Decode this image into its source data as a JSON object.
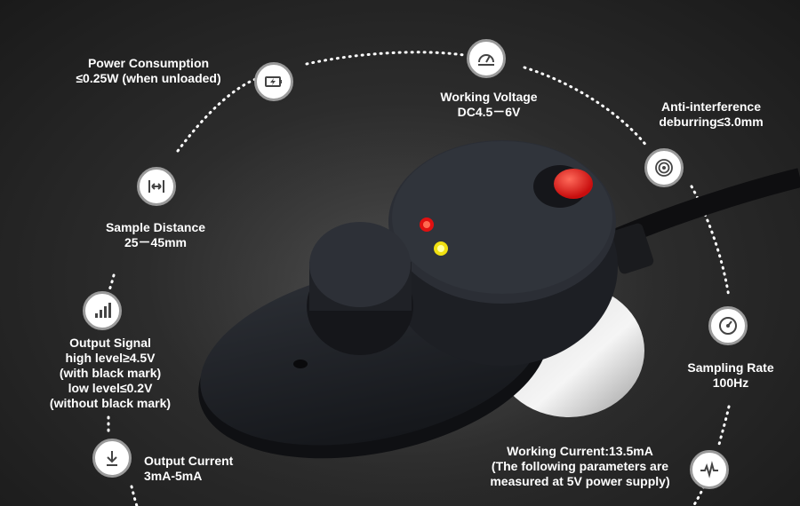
{
  "specs": {
    "power": {
      "lines": [
        "Power Consumption",
        "≤0.25W (when unloaded)"
      ]
    },
    "voltage": {
      "lines": [
        "Working Voltage",
        "DC4.5－6V"
      ]
    },
    "anti": {
      "lines": [
        "Anti-interference",
        "deburring≤3.0mm"
      ]
    },
    "distance": {
      "lines": [
        "Sample Distance",
        "25－45mm"
      ]
    },
    "signal": {
      "lines": [
        "Output Signal",
        "high level≥4.5V",
        "(with black mark)",
        "low level≤0.2V",
        "(without black mark)"
      ]
    },
    "sampling": {
      "lines": [
        "Sampling Rate",
        "100Hz"
      ]
    },
    "output_current": {
      "lines": [
        "Output Current",
        "3mA-5mA"
      ]
    },
    "working_current": {
      "lines": [
        "Working Current:13.5mA",
        "(The following parameters are",
        "measured at 5V power supply)"
      ]
    }
  },
  "icons": {
    "power": "battery-charge-icon",
    "voltage": "voltmeter-icon",
    "anti": "fingerprint-icon",
    "distance": "distance-arrows-icon",
    "signal": "signal-bars-icon",
    "sampling": "gauge-icon",
    "output_current": "download-arrow-icon",
    "working_current": "pulse-wave-icon"
  },
  "colors": {
    "background": "#2c2c2c",
    "icon_border": "#9a9a9a",
    "led_red": "#e01010",
    "led_yellow": "#f0e010",
    "button_red": "#e81818"
  }
}
